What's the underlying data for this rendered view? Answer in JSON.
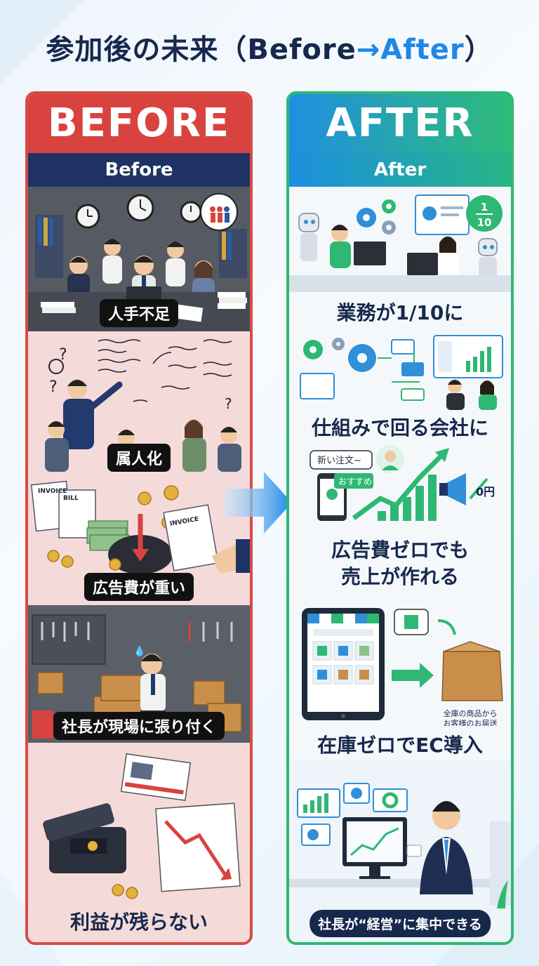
{
  "page_title": {
    "prefix": "参加後の未来",
    "paren_open": "（",
    "before_word": "Before",
    "arrow": "→",
    "after_word": "After",
    "paren_close": "）"
  },
  "before": {
    "heading": "BEFORE",
    "subheading": "Before",
    "items": [
      "人手不足",
      "属人化",
      "広告費が重い",
      "社長が現場に張り付く",
      "利益が残らない"
    ],
    "doc_labels": [
      "INVOICE",
      "BILL",
      "INVOICE"
    ],
    "color": "#d9433f"
  },
  "after": {
    "heading": "AFTER",
    "subheading": "After",
    "items": [
      "業務が1/10に",
      "仕組みで回る会社に",
      "広告費ゼロでも",
      "売上が作れる",
      "在庫ゼロでEC導入",
      "社長が“経営”に集中できる"
    ],
    "badge_numerator": "1",
    "badge_denominator": "10",
    "notification": "新い注文~",
    "recommend": "おすすめ",
    "zero_yen": "0円",
    "ec_caption_line1": "全庫の商品から",
    "ec_caption_line2": "お客様のお届送",
    "color": "#2eb873"
  }
}
